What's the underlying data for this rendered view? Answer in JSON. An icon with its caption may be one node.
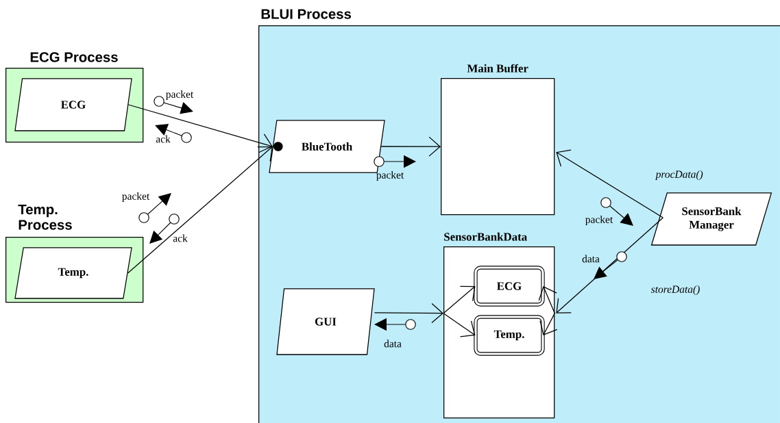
{
  "diagram": {
    "nodes": [
      {
        "text": [
          "BLUI Process"
        ]
      },
      {
        "text": [
          "ECG Process"
        ]
      },
      {
        "text": [
          "ECG"
        ],
        "in": 1
      },
      {
        "text": [
          "Temp. Process"
        ]
      },
      {
        "text": [
          "Temp."
        ],
        "in": 3
      },
      {
        "text": [
          "BlueTooth"
        ],
        "in": 0
      },
      {
        "text": [
          "Main Buffer"
        ],
        "in": 0
      },
      {
        "text": [
          "SensorBankData"
        ],
        "in": 0
      },
      {
        "text": [
          "ECG"
        ],
        "in": 7
      },
      {
        "text": [
          "Temp."
        ],
        "in": 7
      },
      {
        "text": [
          "GUI"
        ],
        "in": 0
      },
      {
        "text": [
          "SensorBank Manager"
        ],
        "in": 0
      }
    ],
    "edges": [
      {
        "from": 2,
        "to": 5,
        "arrow": "to"
      },
      {
        "from": 4,
        "to": 5,
        "arrow": "to"
      },
      {
        "from": 5,
        "to": 6,
        "arrow": "to"
      },
      {
        "from": 11,
        "to": 6,
        "arrow": "to",
        "label": "procData()"
      },
      {
        "from": 11,
        "to": 7,
        "arrow": "to",
        "label": "storeData()"
      },
      {
        "from": 10,
        "to": 7,
        "arrow": "to"
      },
      {
        "from": 7,
        "to": 8,
        "arrow": "to"
      },
      {
        "from": 7,
        "to": 9,
        "arrow": "to"
      },
      {
        "from": 7,
        "to": 8,
        "arrow": "to"
      },
      {
        "from": 7,
        "to": 9,
        "arrow": "to"
      }
    ],
    "labels": [
      "packet",
      "ack",
      "packet",
      "packet",
      "packet",
      "ack",
      "data",
      "data"
    ]
  }
}
